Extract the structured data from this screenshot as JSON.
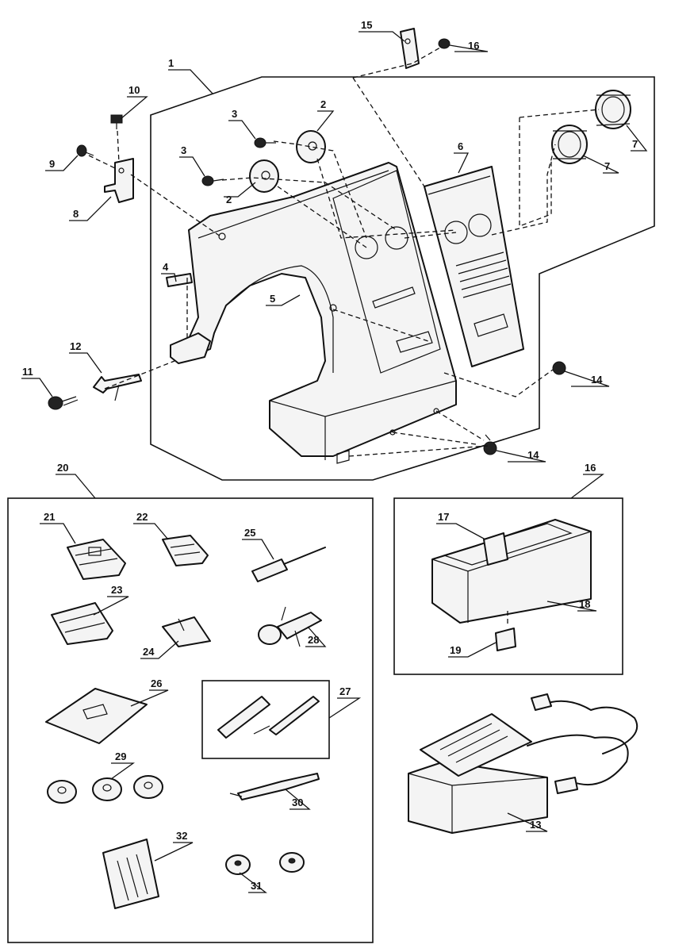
{
  "callouts": {
    "c1": "1",
    "c2a": "2",
    "c2b": "2",
    "c3a": "3",
    "c3b": "3",
    "c4": "4",
    "c5": "5",
    "c6": "6",
    "c7a": "7",
    "c7b": "7",
    "c8": "8",
    "c9": "9",
    "c10": "10",
    "c11": "11",
    "c12": "12",
    "c13": "13",
    "c14a": "14",
    "c14b": "14",
    "c15": "15",
    "c16": "16",
    "c17": "17",
    "c18": "18",
    "c19": "19",
    "c20": "20",
    "c21": "21",
    "c22": "22",
    "c23": "23",
    "c24": "24",
    "c25": "25",
    "c26": "26",
    "c27": "27",
    "c28": "28",
    "c29": "29",
    "c30": "30",
    "c31": "31",
    "c32": "32",
    "c16b": "16"
  }
}
